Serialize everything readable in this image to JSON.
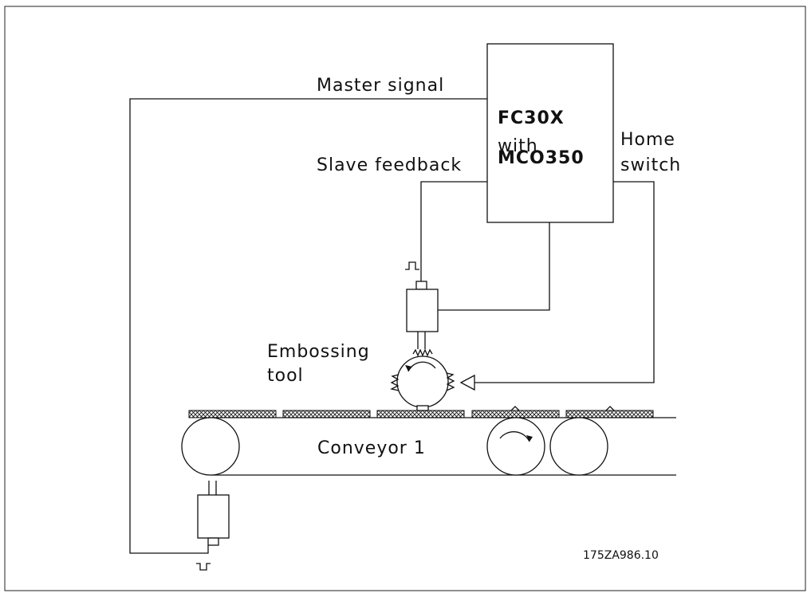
{
  "labels": {
    "master_signal": "Master signal",
    "controller_line1": "FC30X",
    "controller_line2": "with",
    "controller_line3": "MCO350",
    "slave_feedback": "Slave feedback",
    "home_switch_line1": "Home",
    "home_switch_line2": "switch",
    "embossing_tool_line1": "Embossing",
    "embossing_tool_line2": "tool",
    "conveyor": "Conveyor 1",
    "figure_id": "175ZA986.10"
  }
}
